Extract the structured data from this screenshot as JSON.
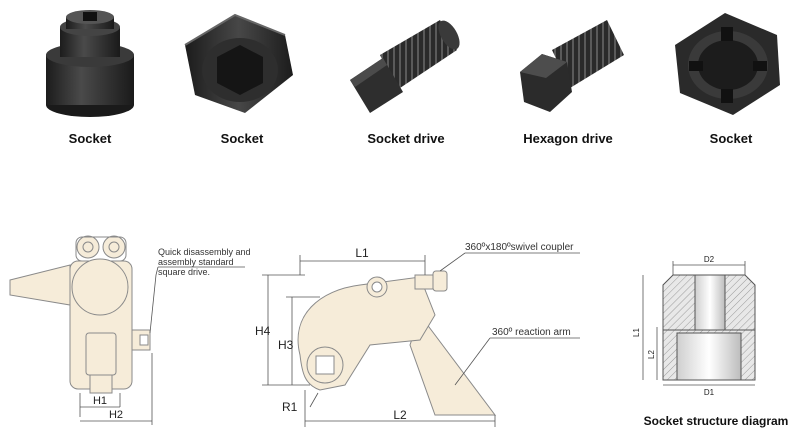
{
  "products": [
    {
      "caption": "Socket",
      "icon": "socket-square-drive-icon"
    },
    {
      "caption": "Socket",
      "icon": "socket-hex-icon"
    },
    {
      "caption": "Socket drive",
      "icon": "splined-socket-drive-icon"
    },
    {
      "caption": "Hexagon drive",
      "icon": "splined-hexagon-drive-icon"
    },
    {
      "caption": "Socket",
      "icon": "slotted-socket-icon"
    }
  ],
  "front_view": {
    "note_line1": "Quick disassembly and",
    "note_line2": "assembly standard",
    "note_line3": "square drive.",
    "dim_h1": "H1",
    "dim_h2": "H2"
  },
  "side_view": {
    "dim_l1": "L1",
    "dim_l2": "L2",
    "dim_h3": "H3",
    "dim_h4": "H4",
    "dim_r1": "R1",
    "callout_coupler": "360ºx180ºswivel coupler",
    "callout_arm": "360º reaction arm"
  },
  "socket_diagram": {
    "dim_d1": "D1",
    "dim_d2": "D2",
    "dim_l1": "L1",
    "dim_l2": "L2",
    "caption": "Socket structure diagram"
  },
  "colors": {
    "product_dark": "#2b2b2b",
    "drawing_fill": "#f6ecd9",
    "drawing_stroke": "#8a8a8a",
    "section_hatch": "#9a9a9a"
  }
}
